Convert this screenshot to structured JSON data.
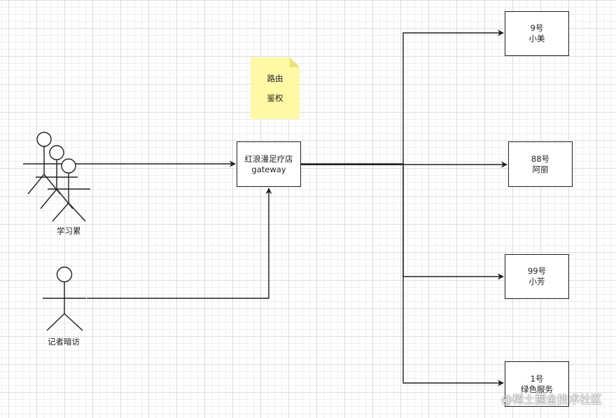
{
  "diagram": {
    "note": {
      "lines": [
        "路由",
        "鉴权"
      ],
      "color": "#fff9a6"
    },
    "gateway": {
      "line1": "红浪漫足疗店",
      "line2": "gateway"
    },
    "actors": {
      "group_label": "学习累",
      "single_label": "记者暗访"
    },
    "services": [
      {
        "line1": "9号",
        "line2": "小美"
      },
      {
        "line1": "88号",
        "line2": "阿丽"
      },
      {
        "line1": "99号",
        "line2": "小芳"
      },
      {
        "line1": "1号",
        "line2": "绿色服务"
      }
    ]
  },
  "watermark": "@稀土掘金技术社区"
}
